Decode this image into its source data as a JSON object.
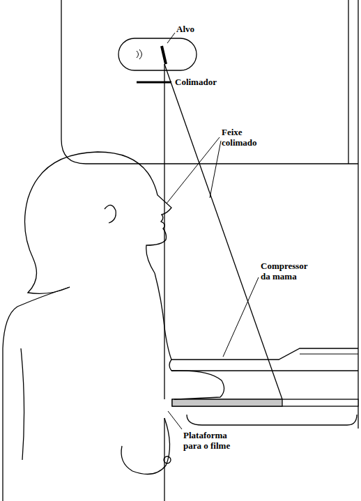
{
  "diagram": {
    "labels": [
      "Alvo",
      "Colimador",
      "Feixe colimado",
      "Compressor da mama",
      "Plataforma para o filme"
    ]
  }
}
